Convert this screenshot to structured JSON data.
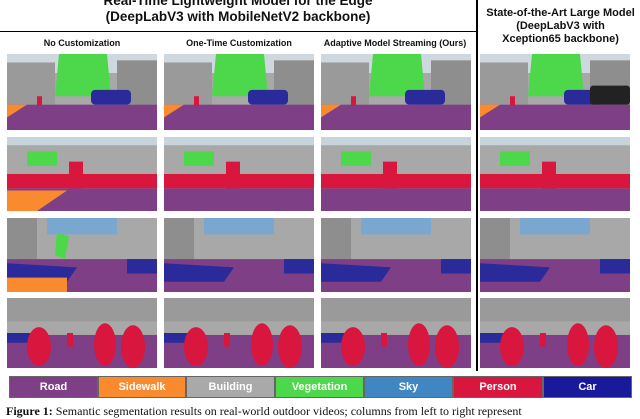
{
  "header": {
    "left_line1": "Real-Time Lightweight Model for the Edge",
    "left_line2": "(DeepLabV3 with MobileNetV2 backbone)",
    "right_line1": "State-of-the-Art Large Model",
    "right_line2": "(DeepLabV3 with",
    "right_line3": "Xception65 backbone)"
  },
  "columns": [
    "No Customization",
    "One-Time Customization",
    "Adaptive Model Streaming (Ours)"
  ],
  "legend": [
    {
      "label": "Road",
      "color": "#7f3f86"
    },
    {
      "label": "Sidewalk",
      "color": "#f98b2e"
    },
    {
      "label": "Building",
      "color": "#a9a9a9"
    },
    {
      "label": "Vegetation",
      "color": "#4cd84a"
    },
    {
      "label": "Sky",
      "color": "#3f86c2"
    },
    {
      "label": "Person",
      "color": "#d8163e"
    },
    {
      "label": "Car",
      "color": "#19199b"
    }
  ],
  "caption": {
    "label": "Figure 1:",
    "text": "Semantic segmentation results on real-world outdoor videos; columns from left to right represent"
  }
}
